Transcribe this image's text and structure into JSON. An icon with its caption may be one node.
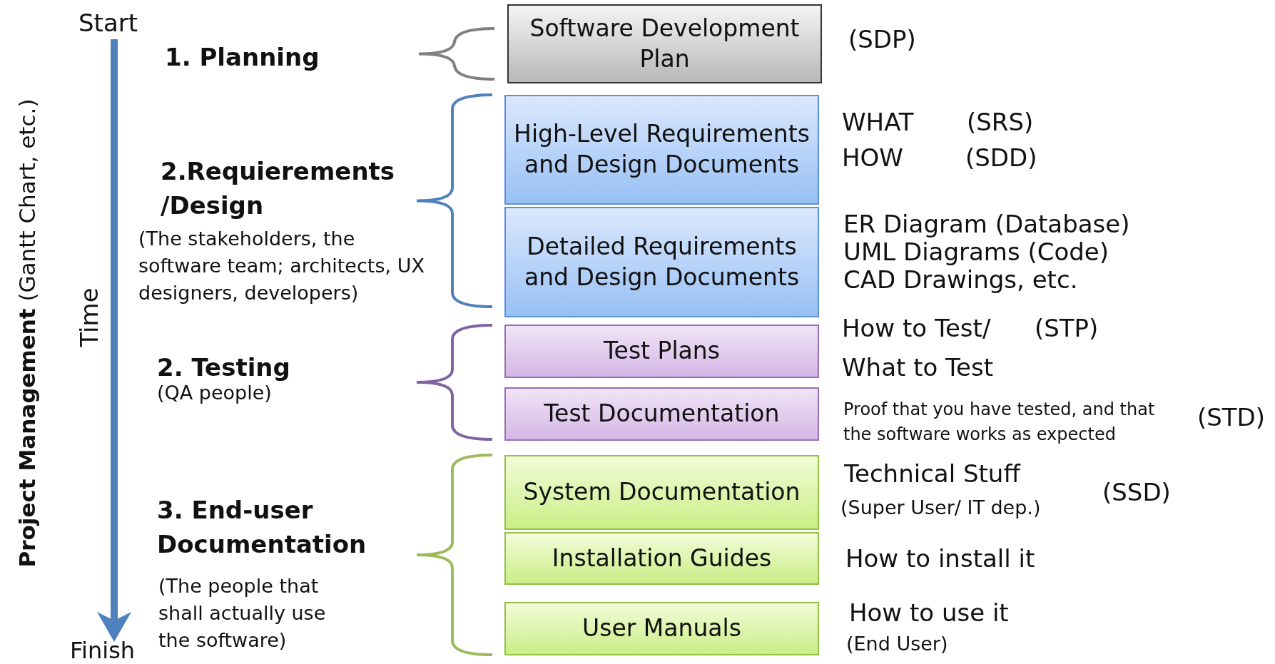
{
  "diagram": {
    "nodes": [
      {
        "text": [
          "Software Development Plan"
        ],
        "beside": [
          "(SDP)"
        ]
      },
      {
        "text": [
          "High-Level Requirements and Design Documents"
        ],
        "beside": [
          "WHAT",
          "(SRS)",
          "HOW",
          "(SDD)"
        ]
      },
      {
        "text": [
          "Detailed Requirements and Design Documents"
        ],
        "beside": [
          "ER Diagram (Database)",
          "UML Diagrams (Code)",
          "CAD Drawings, etc."
        ]
      },
      {
        "text": [
          "Test Plans"
        ],
        "beside": [
          "How to Test/",
          "(STP)",
          "What to Test"
        ]
      },
      {
        "text": [
          "Test Documentation"
        ],
        "beside": [
          "Proof that you have tested, and that the software works as expected",
          "(STD)"
        ]
      },
      {
        "text": [
          "System Documentation"
        ],
        "beside": [
          "Technical Stuff",
          "(Super User/ IT dep.)",
          "(SSD)"
        ]
      },
      {
        "text": [
          "Installation Guides"
        ],
        "beside": [
          "How to install it"
        ]
      },
      {
        "text": [
          "User Manuals"
        ],
        "beside": [
          "How to use it",
          "(End User)"
        ]
      }
    ],
    "edges": [],
    "labels": [
      "**Project Management** (Gantt Chart, etc.)",
      "Start",
      "Time",
      "Finish",
      "1. Planning",
      "2.Requierements /Design",
      "(The stakeholders, the software team; architects, UX designers, developers)",
      "2. Testing",
      "(QA people)",
      "3. End-user Documentation",
      "(The people that shall actually use the software)"
    ]
  }
}
